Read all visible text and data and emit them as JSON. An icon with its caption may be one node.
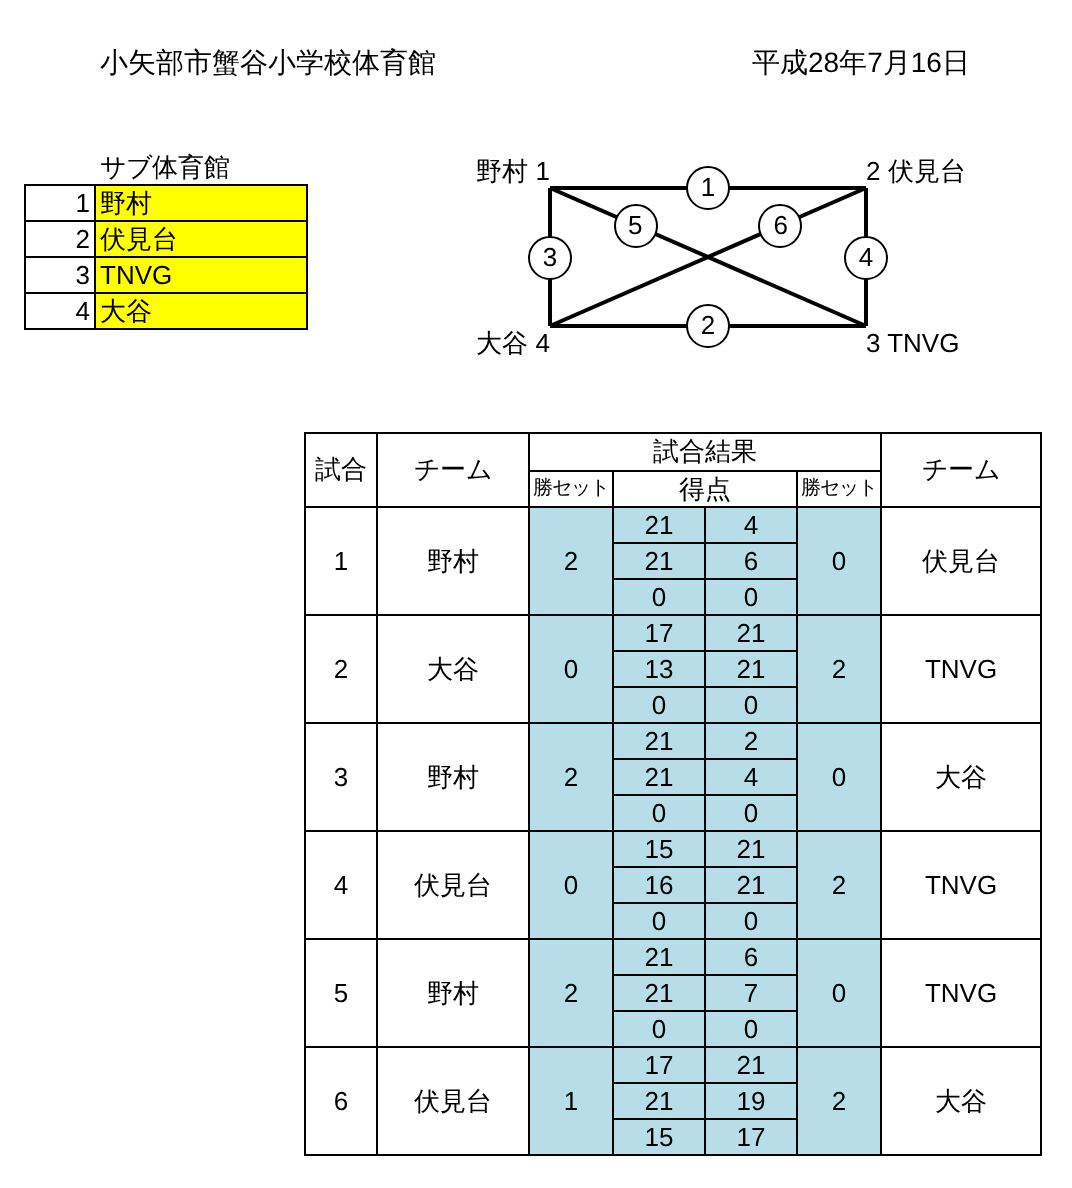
{
  "diagram": {
    "nodes": [
      {
        "text": [
          "野村 1"
        ]
      },
      {
        "text": [
          "2 伏見台"
        ]
      },
      {
        "text": [
          "大谷 4"
        ]
      },
      {
        "text": [
          "3 TNVG"
        ]
      }
    ],
    "edges": [
      {
        "from": 0,
        "to": 1,
        "arrow": "none",
        "label": "1"
      },
      {
        "from": 2,
        "to": 3,
        "arrow": "none",
        "label": "2"
      },
      {
        "from": 0,
        "to": 2,
        "arrow": "none",
        "label": "3"
      },
      {
        "from": 1,
        "to": 3,
        "arrow": "none",
        "label": "4"
      },
      {
        "from": 0,
        "to": 3,
        "arrow": "none",
        "label": "5"
      },
      {
        "from": 2,
        "to": 1,
        "arrow": "none",
        "label": "6"
      }
    ],
    "labels": [
      "小矢部市蟹谷小学校体育館",
      "平成28年7月16日",
      "サブ体育館",
      "1",
      "野村",
      "2",
      "伏見台",
      "3",
      "TNVG",
      "4",
      "大谷",
      "試合",
      "チーム",
      "試合結果",
      "チーム",
      "勝セット",
      "得点",
      "勝セット",
      "1",
      "野村",
      "2",
      "21",
      "4",
      "21",
      "6",
      "0",
      "0",
      "0",
      "伏見台",
      "2",
      "大谷",
      "0",
      "17",
      "21",
      "13",
      "21",
      "0",
      "0",
      "2",
      "TNVG",
      "3",
      "野村",
      "2",
      "21",
      "2",
      "21",
      "4",
      "0",
      "0",
      "0",
      "大谷",
      "4",
      "伏見台",
      "0",
      "15",
      "21",
      "16",
      "21",
      "0",
      "0",
      "2",
      "TNVG",
      "5",
      "野村",
      "2",
      "21",
      "6",
      "21",
      "7",
      "0",
      "0",
      "0",
      "TNVG",
      "6",
      "伏見台",
      "1",
      "17",
      "21",
      "21",
      "19",
      "15",
      "17",
      "2",
      "大谷"
    ]
  }
}
